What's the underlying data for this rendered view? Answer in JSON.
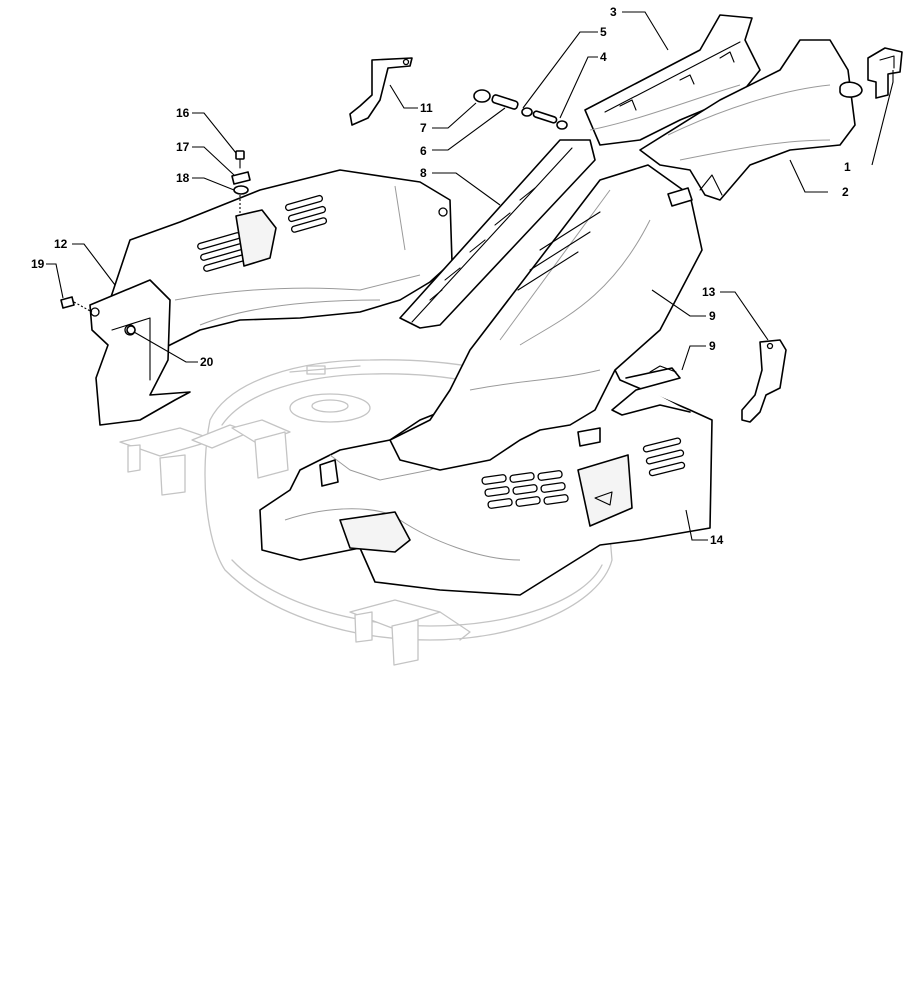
{
  "diagram": {
    "callouts": {
      "c1": "1",
      "c2": "2",
      "c3": "3",
      "c4": "4",
      "c5": "5",
      "c6": "6",
      "c7": "7",
      "c8": "8",
      "c9a": "9",
      "c9b": "9",
      "c11": "11",
      "c12": "12",
      "c13": "13",
      "c14": "14",
      "c16": "16",
      "c17": "17",
      "c18": "18",
      "c19": "19",
      "c20": "20"
    }
  }
}
